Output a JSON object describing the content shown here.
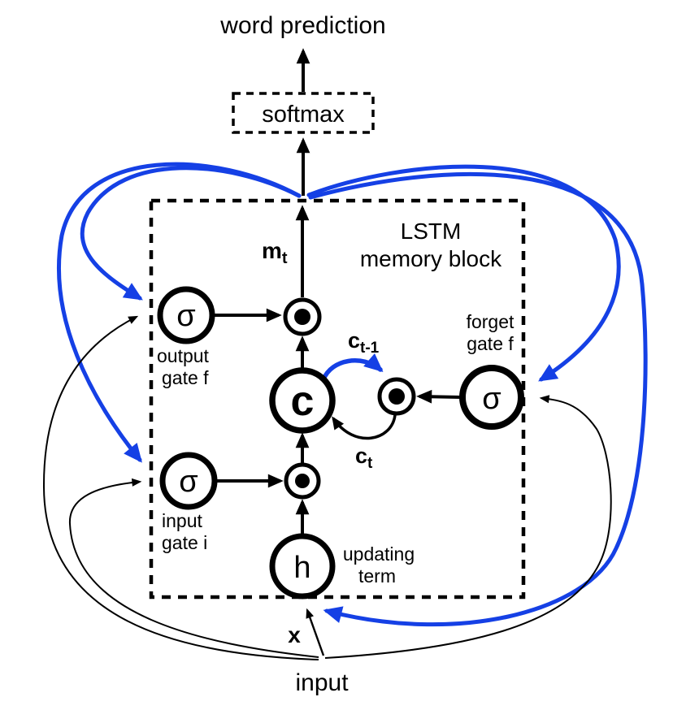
{
  "colors": {
    "accent_blue": "#1540e5",
    "ink": "#000000"
  },
  "top": {
    "word_prediction": "word prediction",
    "softmax": "softmax"
  },
  "block": {
    "title_line1": "LSTM",
    "title_line2": "memory block"
  },
  "signals": {
    "m_base": "m",
    "m_sub": "t",
    "c_prev_base": "c",
    "c_prev_sub": "t-1",
    "c_cur_base": "c",
    "c_cur_sub": "t",
    "x_label": "x",
    "input_label": "input"
  },
  "nodes": {
    "output_gate": {
      "symbol": "σ",
      "label_line1": "output",
      "label_line2": "gate f"
    },
    "input_gate": {
      "symbol": "σ",
      "label_line1": "input",
      "label_line2": "gate i"
    },
    "forget_gate": {
      "symbol": "σ",
      "label_line1": "forget",
      "label_line2": "gate f"
    },
    "cell": {
      "symbol": "c"
    },
    "update": {
      "symbol": "h",
      "label_line1": "updating",
      "label_line2": "term"
    }
  }
}
